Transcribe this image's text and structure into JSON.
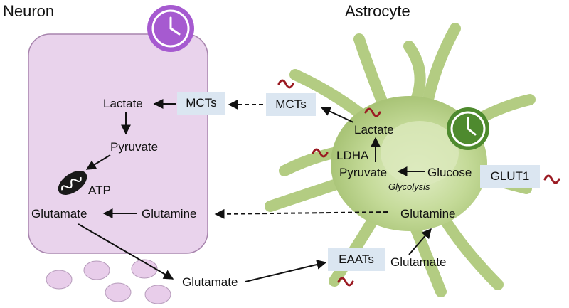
{
  "titles": {
    "neuron": "Neuron",
    "astrocyte": "Astrocyte"
  },
  "neuron": {
    "lactate": "Lactate",
    "pyruvate": "Pyruvate",
    "atp": "ATP",
    "glutamate": "Glutamate",
    "glutamine": "Glutamine",
    "mcts": "MCTs"
  },
  "astrocyte": {
    "mcts": "MCTs",
    "lactate": "Lactate",
    "ldha": "LDHA",
    "pyruvate": "Pyruvate",
    "glucose": "Glucose",
    "glycolysis": "Glycolysis",
    "glut1": "GLUT1",
    "glutamine": "Glutamine",
    "glutamate": "Glutamate",
    "eaats": "EAATs"
  },
  "synapse": {
    "glutamate": "Glutamate"
  },
  "colors": {
    "neuron_fill": "#e9d3ec",
    "neuron_border": "#a784ad",
    "neuron_clock": "#a65ad0",
    "astrocyte_body": "#c6dc9c",
    "astrocyte_clock": "#4e8a2e",
    "transporter_box": "#dbe6f1",
    "rhythm_wave": "#9b1b23",
    "vesicle": "#e8cdea"
  },
  "icons": [
    "clock-icon",
    "mitochondrion-icon",
    "rhythm-wave-icon"
  ]
}
